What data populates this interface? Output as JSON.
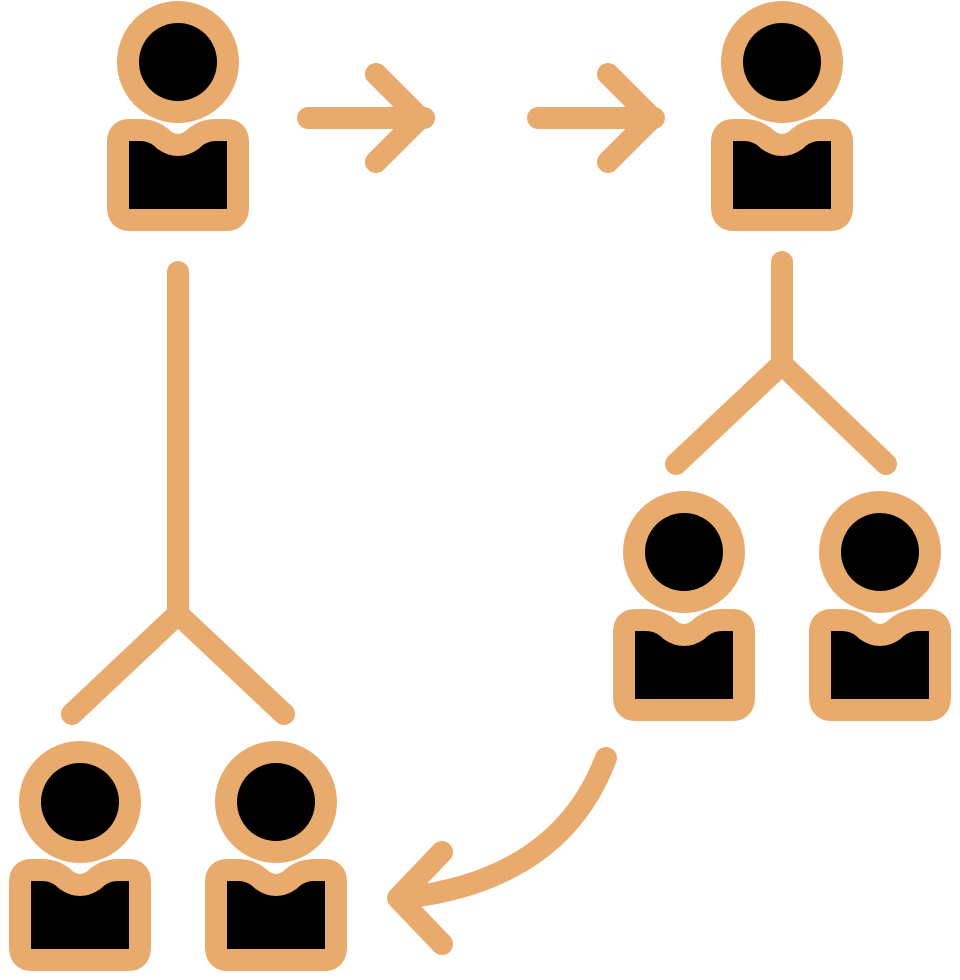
{
  "diagram": {
    "icon": "organization-referral-network-icon",
    "colors": {
      "outline": "#E8AB6D",
      "fill": "#000000",
      "background": "#FFFFFF"
    },
    "nodes": [
      {
        "id": "person-top-left",
        "icon": "person-icon",
        "role": "source"
      },
      {
        "id": "person-top-right",
        "icon": "person-icon",
        "role": "recipient"
      },
      {
        "id": "person-mid-right-1",
        "icon": "person-icon",
        "role": "branch"
      },
      {
        "id": "person-mid-right-2",
        "icon": "person-icon",
        "role": "branch"
      },
      {
        "id": "person-bottom-left-1",
        "icon": "person-icon",
        "role": "branch"
      },
      {
        "id": "person-bottom-left-2",
        "icon": "person-icon",
        "role": "branch"
      }
    ],
    "edges": [
      {
        "from": "person-top-left",
        "to": "person-top-right",
        "type": "double-arrow"
      },
      {
        "from": "person-top-right",
        "to": [
          "person-mid-right-1",
          "person-mid-right-2"
        ],
        "type": "fork"
      },
      {
        "from": "person-top-left",
        "to": [
          "person-bottom-left-1",
          "person-bottom-left-2"
        ],
        "type": "fork"
      },
      {
        "from": "person-mid-right-1",
        "to": "person-bottom-left-2",
        "type": "curved-arrow"
      }
    ]
  }
}
